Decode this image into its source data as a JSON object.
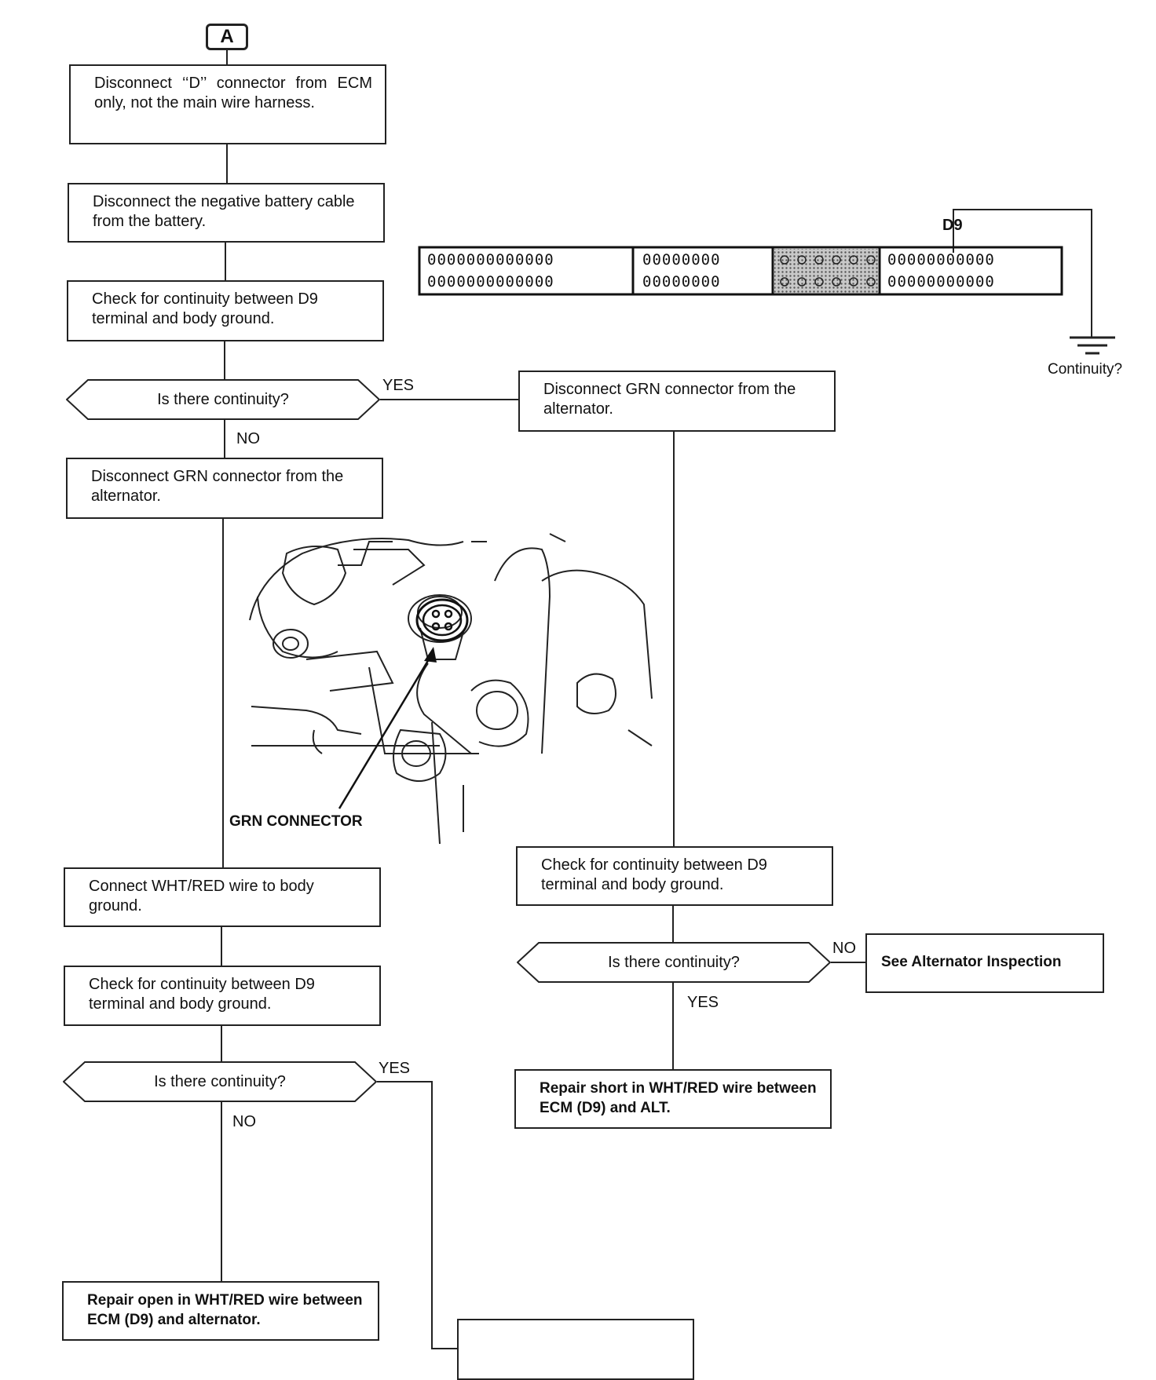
{
  "start_label": "A",
  "steps": {
    "s1": "Disconnect ‘‘D’’ connector from ECM only, not the main wire harness.",
    "s2": "Disconnect the negative battery cable from the battery.",
    "s3": "Check for continuity between D9 terminal and body ground.",
    "s4": "Disconnect GRN connector from the alternator.",
    "s5": "Disconnect GRN connector from the alternator.",
    "s6": "Connect WHT/RED wire to body ground.",
    "s7": "Check for continuity between D9 terminal and body ground.",
    "s8": "Check for continuity between D9 terminal and body ground.",
    "r1": "Repair open in WHT/RED wire between ECM (D9) and alternator.",
    "r2": "Repair short in WHT/RED wire between ECM (D9) and ALT.",
    "r3": "See Alternator Inspection",
    "r4": ""
  },
  "decisions": {
    "d1": "Is there continuity?",
    "d2": "Is there continuity?",
    "d3": "Is there continuity?"
  },
  "branch_labels": {
    "yes": "YES",
    "no": "NO"
  },
  "connector_diagram": {
    "terminal_label": "D9",
    "ground_label": "Continuity?",
    "section1": "0000000000000",
    "section2": "00000000",
    "section4": "00000000000"
  },
  "illustration": {
    "callout": "GRN CONNECTOR"
  }
}
